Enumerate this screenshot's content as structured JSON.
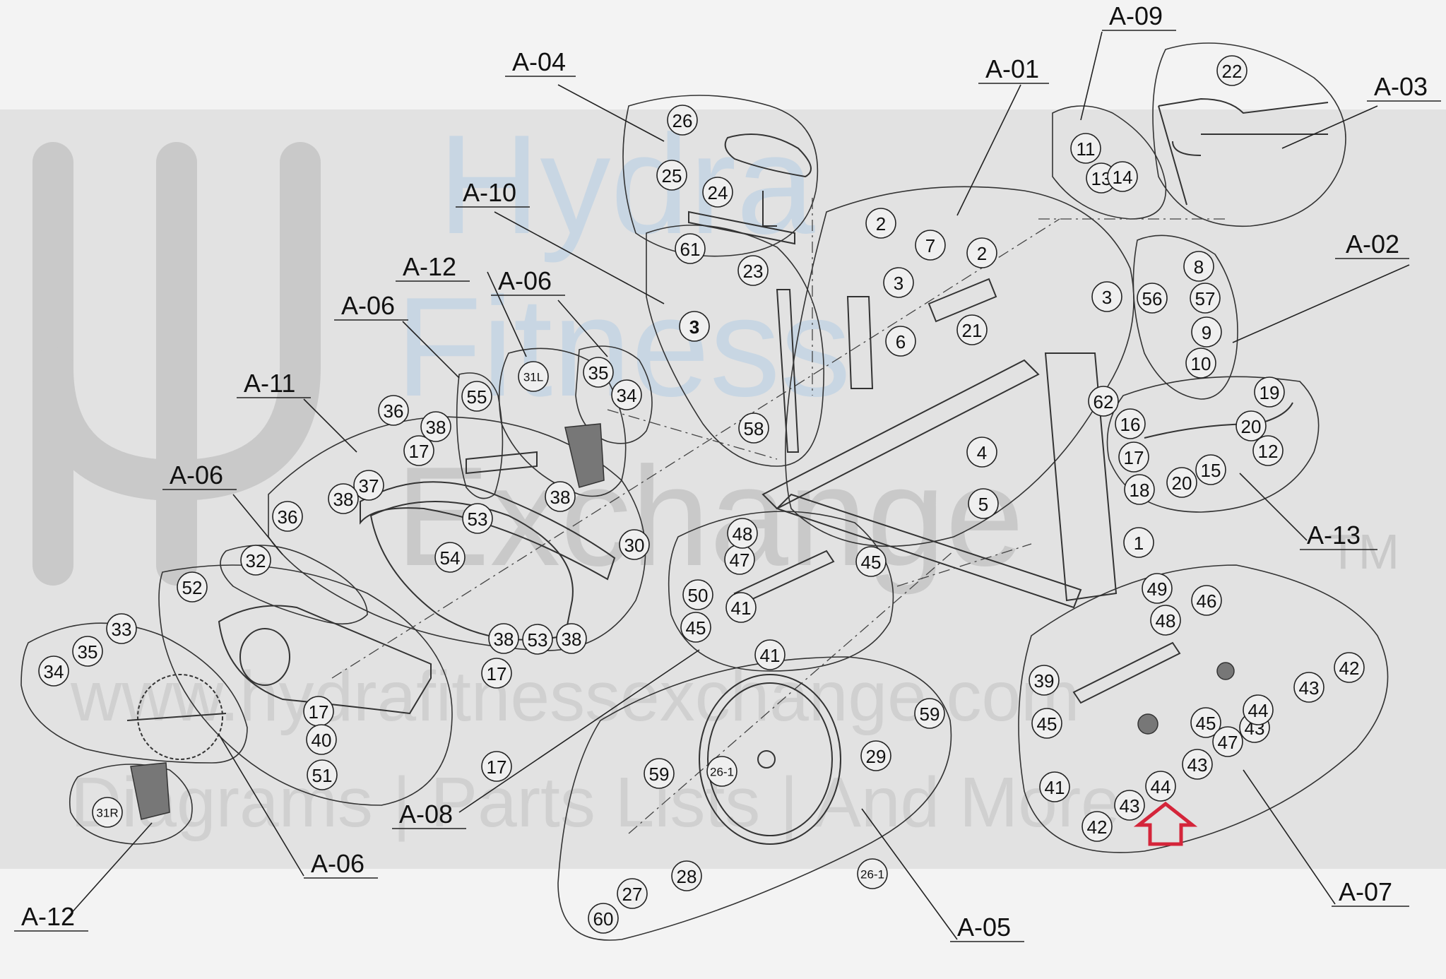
{
  "watermark": {
    "brand_lines": [
      "Hydra",
      "Fitness",
      "Exchange"
    ],
    "trademark": "TM",
    "url": "www.hydrafitnessexchange.com",
    "tagline": "Diagrams | Parts Lists | And More"
  },
  "groups": [
    {
      "id": "A-01",
      "label": "A-01"
    },
    {
      "id": "A-02",
      "label": "A-02"
    },
    {
      "id": "A-03",
      "label": "A-03"
    },
    {
      "id": "A-04",
      "label": "A-04"
    },
    {
      "id": "A-05",
      "label": "A-05"
    },
    {
      "id": "A-06a",
      "label": "A-06"
    },
    {
      "id": "A-06b",
      "label": "A-06"
    },
    {
      "id": "A-06c",
      "label": "A-06"
    },
    {
      "id": "A-06d",
      "label": "A-06"
    },
    {
      "id": "A-07",
      "label": "A-07"
    },
    {
      "id": "A-08",
      "label": "A-08"
    },
    {
      "id": "A-09",
      "label": "A-09"
    },
    {
      "id": "A-10",
      "label": "A-10"
    },
    {
      "id": "A-11",
      "label": "A-11"
    },
    {
      "id": "A-12a",
      "label": "A-12"
    },
    {
      "id": "A-12b",
      "label": "A-12"
    },
    {
      "id": "A-13",
      "label": "A-13"
    }
  ],
  "parts": [
    "1",
    "2",
    "2",
    "3",
    "3",
    "3",
    "4",
    "5",
    "6",
    "7",
    "8",
    "9",
    "10",
    "11",
    "12",
    "13",
    "14",
    "15",
    "16",
    "17",
    "17",
    "17",
    "17",
    "17",
    "18",
    "19",
    "20",
    "20",
    "21",
    "22",
    "23",
    "24",
    "25",
    "26",
    "26-1",
    "26-1",
    "27",
    "28",
    "29",
    "30",
    "31L",
    "31R",
    "32",
    "33",
    "34",
    "34",
    "35",
    "35",
    "36",
    "36",
    "37",
    "38",
    "38",
    "38",
    "38",
    "38",
    "39",
    "40",
    "41",
    "41",
    "41",
    "42",
    "42",
    "43",
    "43",
    "43",
    "43",
    "44",
    "44",
    "45",
    "45",
    "45",
    "45",
    "46",
    "47",
    "47",
    "48",
    "48",
    "49",
    "50",
    "51",
    "52",
    "53",
    "53",
    "54",
    "55",
    "56",
    "57",
    "58",
    "59",
    "59",
    "60",
    "61",
    "62"
  ],
  "highlight": {
    "name": "selected-part-arrow",
    "color": "#d4253a"
  }
}
